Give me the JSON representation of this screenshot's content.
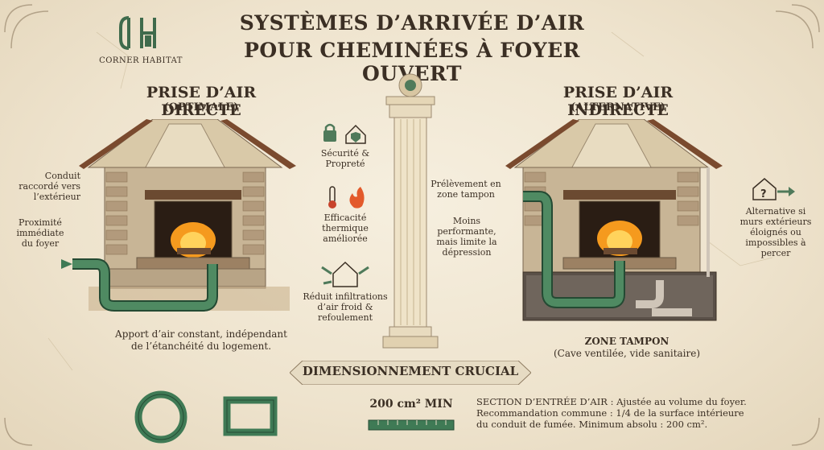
{
  "brand": {
    "monogram": "CH",
    "name": "CORNER HABITAT"
  },
  "title": {
    "line1": "SYSTÈMES D’ARRIVÉE D’AIR",
    "line2": "POUR CHEMINÉES À FOYER OUVERT"
  },
  "left": {
    "heading": "PRISE D’AIR DIRECTE",
    "subheading": "(OPTIMALE)",
    "label_duct": [
      "Conduit",
      "raccordé vers",
      "l’extérieur"
    ],
    "label_proximity": [
      "Proximité",
      "immédiate",
      "du foyer"
    ],
    "caption": [
      "Apport d’air constant, indépendant",
      "de l’étanchéité du logement."
    ]
  },
  "benefits": [
    {
      "icon": "lock-shield-icon",
      "lines": [
        "Sécurité &",
        "Propreté"
      ]
    },
    {
      "icon": "thermometer-flame-icon",
      "lines": [
        "Efficacité",
        "thermique",
        "améliorée"
      ]
    },
    {
      "icon": "house-arrows-icon",
      "lines": [
        "Réduit infiltrations",
        "d’air froid &",
        "refoulement"
      ]
    }
  ],
  "right": {
    "heading": "PRISE D’AIR INDIRECTE",
    "subheading": "(ALTERNATIVE)",
    "label_buffer": [
      "Prélèvement en",
      "zone tampon"
    ],
    "label_perf": [
      "Moins",
      "performante,",
      "mais limite la",
      "dépression"
    ],
    "label_alt": [
      "Alternative si",
      "murs extérieurs",
      "éloignés ou",
      "impossibles à",
      "percer"
    ],
    "zone_title": "ZONE TAMPON",
    "zone_sub": "(Cave ventilée, vide sanitaire)"
  },
  "sizing": {
    "banner": "DIMENSIONNEMENT CRUCIAL",
    "min_label": "200 cm² MIN",
    "section_text": [
      "SECTION D’ENTRÉE D’AIR : Ajustée au volume du foyer.",
      "Recommandation commune : 1/4 de la surface intérieure",
      "du conduit de fumée. Minimum absolu : 200 cm²."
    ]
  },
  "colors": {
    "ink": "#3b2f24",
    "duct": "#3f7a55",
    "duct_dark": "#244a33",
    "fire": "#f59a1e",
    "brick": "#b29a7c",
    "roof": "#7a4a2e"
  }
}
